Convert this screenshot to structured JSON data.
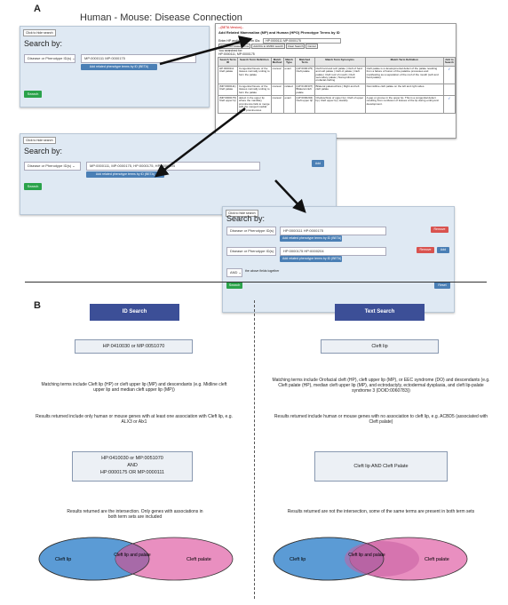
{
  "panel_a": {
    "label": "A",
    "title": "Human - Mouse: Disease Connection",
    "screen1": {
      "hide_label": "Click to hide search",
      "search_by": "Search by:",
      "select_value": "Disease or Phenotype ID(s) ⌄",
      "input_value": "MP:0000111 MP:0000175",
      "add_related_btn": "Add related phenotype terms by ID (BETA)",
      "search_btn": "Search"
    },
    "table_view": {
      "version": "--(BETA Version)--",
      "heading": "Add Related Mammalian (MP) and Human (HPO) Phenotype Terms by ID",
      "enter_label": "Enter HP and/or MP Term IDs:",
      "enter_value": "HP:0000111 MP:0000175",
      "buttons": [
        "Search for related terms",
        "Add IDs to HMDC search",
        "Clear Search",
        "Cancel"
      ],
      "searched_for_label": "You searched for:",
      "searched_for_value": "HP:0000111, MP:0000175",
      "columns": [
        "Search Term ID",
        "Search Term Definition",
        "Match Method",
        "Match Type",
        "Matched Term",
        "Match Term Synonyms",
        "Match Term Definition",
        "Add to Search"
      ],
      "rows": [
        [
          "HP:0000111 Cleft palate",
          "Congenital fissure of the tissues normally uniting to form the palate",
          "manual",
          "exact",
          "(HP:0000175) Cleft palate",
          "Cleft hard and soft palate | Cleft of hard and soft palate | Cleft of palate | Cleft palate | Cleft roof of mouth | Cleft secondary palate | Nonsyndromic orofacial clefting",
          "Cleft palate is a developmental defect of the palate resulting from a failure of fusion of the palatine processes and manifesting as a separation of the roof of the mouth (soft and hard palate).",
          "✓"
        ],
        [
          "(MP:0000111) Cleft palate",
          "Congenital fissure of the tissues normally uniting to form the palate",
          "manual",
          "related",
          "(HP:0100337) Bilateral cleft palate",
          "Bilateral palatoschisis | Right and left cleft palate",
          "Nonmidline cleft palate on the left and right sides.",
          ""
        ],
        [
          "(MP:0000175) Cleft upper lip",
          "defect in the upper lip where the maxillary prominence fails to merge with the merged medial nasal prominences",
          "manual",
          "exact",
          "(HP:0000204) Cleft upper lip",
          "Cheiloschisis of upper lip | Cleft of upper lip | Cleft upper lip | Harelip",
          "A gap or groove in the upper lip. This is a congenital defect resulting from nonfusion of tissues of the lip during embryonic development.",
          "✓"
        ]
      ]
    },
    "screen2": {
      "hide_label": "Click to hide search",
      "search_by": "Search by:",
      "select_value": "Disease or Phenotype ID(s) ⌄",
      "input_value": "MP:0000111, MP:0000175, HP:0000175, HP:0000204",
      "add_related_btn": "Add related phenotype terms by ID (BETA)",
      "add_btn": "Add",
      "search_btn": "Search"
    },
    "screen3": {
      "hide_label": "Click to hide search",
      "search_by": "Search by:",
      "row1_select": "Disease or Phenotype ID(s) ⌄",
      "row1_input": "HP:0000111 HP:0000175",
      "row1_add_related": "Add related phenotype terms by ID (BETA)",
      "row1_remove": "Remove",
      "row2_select": "Disease or Phenotype ID(s) ⌄",
      "row2_input": "HP:0000175 HP:0000204",
      "row2_add_related": "Add related phenotype terms by ID (BETA)",
      "row2_remove": "Remove",
      "row2_add": "Add",
      "and_select": "AND ⌄",
      "and_text": "the above fields together",
      "search_btn": "Search",
      "reset_btn": "Reset"
    }
  },
  "panel_b": {
    "label": "B",
    "id_search": {
      "header": "ID Search",
      "term1": "HP:0410030 or MP:0051070",
      "para1": "Matching terms include Cleft lip (HP) or cleft upper lip (MP) and descendants (e.g. Midline cleft upper lip and median cleft upper lip (MP))",
      "para2": "Results returned include only human or mouse genes with at least one association with Cleft lip, e.g. ALX3 or Alx1",
      "term2_line1": "HP:0410030 or MP:0051070",
      "term2_line2": "AND",
      "term2_line3": "HP:0000175 OR MP:0000111",
      "para3": "Results returned are the intersection. Only genes with associations in both term sets are included",
      "venn_left": "Cleft lip",
      "venn_mid": "Cleft lip and palate",
      "venn_right": "Cleft palate"
    },
    "text_search": {
      "header": "Text Search",
      "term1": "Cleft lip",
      "para1": "Matching terms include Orofacial cleft (HP), cleft upper lip (MP), or EEC syndrome (DO) and descendants (e.g. Cleft palate (HP), median cleft upper lip (MP), and ectrodactyly, ectodermal dysplasia, and cleft lip-palate syndrome 3 (DOID:0060783))",
      "para2": "Results returned include human or mouse genes with no association to cleft lip, e.g. ACBD5 (associated with Cleft palate)",
      "term2": "Cleft lip AND Cleft Palate",
      "para3": "Results returned are not the intersection, some of the same terms are present in both term sets",
      "venn_left": "Cleft lip",
      "venn_mid": "Cleft lip and palate",
      "venn_right": "Cleft palate"
    }
  },
  "colors": {
    "header_blue": "#3c4f97",
    "venn_blue": "#5b9bd5",
    "venn_pink": "#e98fc0",
    "venn_overlap": "#a76aa8",
    "search_green": "#2aa24a"
  }
}
